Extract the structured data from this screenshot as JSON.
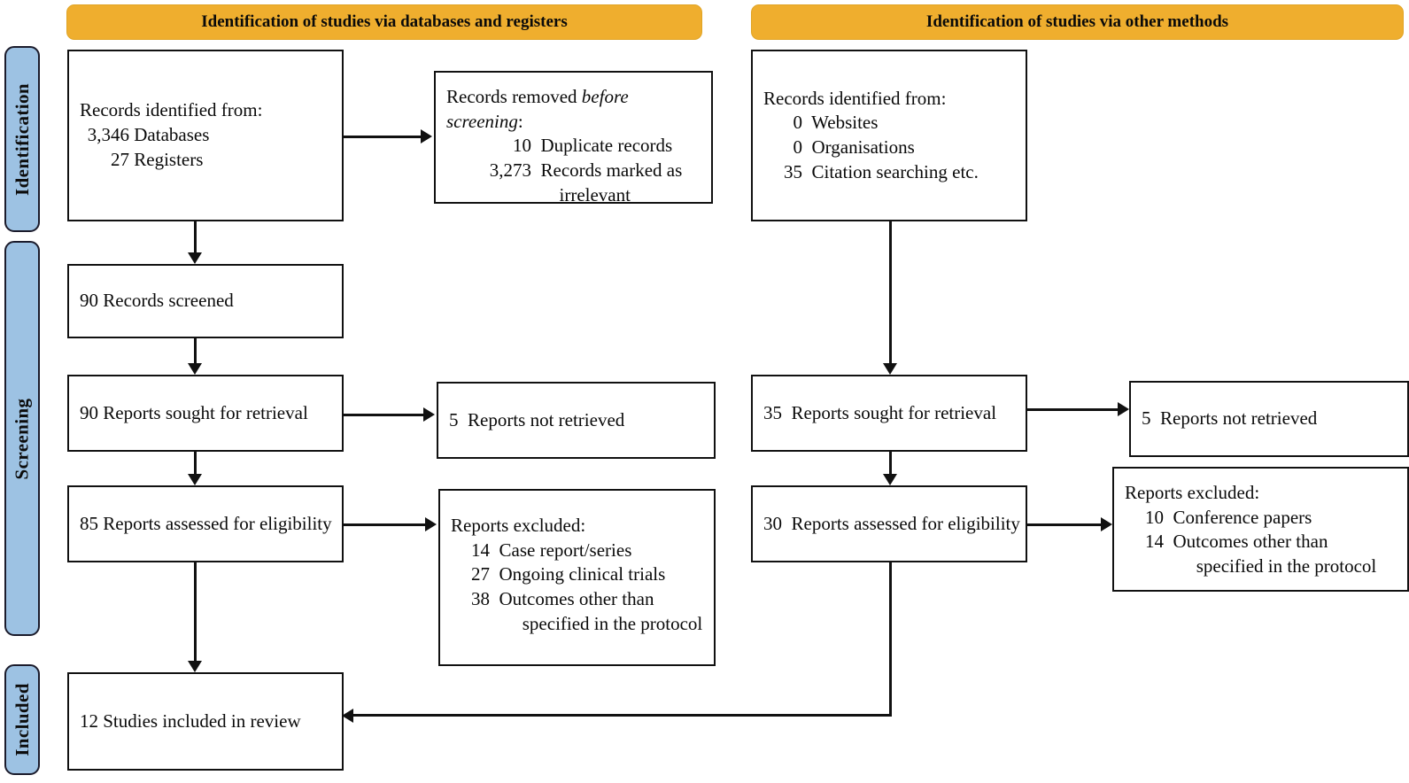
{
  "diagram": {
    "title": "PRISMA 2020 flow diagram",
    "colors": {
      "phase_bar": "#9DC2E3",
      "banner": "#EFAE2E",
      "box_border": "#111111",
      "text": "#0a0a0a"
    }
  },
  "phases": [
    {
      "id": "identification",
      "label": "Identification"
    },
    {
      "id": "screening",
      "label": "Screening"
    },
    {
      "id": "included",
      "label": "Included"
    }
  ],
  "banners": [
    {
      "id": "databases",
      "label": "Identification of studies via databases and registers"
    },
    {
      "id": "other",
      "label": "Identification of studies via other methods"
    }
  ],
  "left_column": {
    "records_identified": {
      "heading": "Records identified from:",
      "items": [
        {
          "count": "3,346",
          "label": "Databases"
        },
        {
          "count": "27",
          "label": "Registers"
        }
      ]
    },
    "records_removed": {
      "heading_pre": "Records removed ",
      "heading_italic": "before screening",
      "heading_post": ":",
      "items": [
        {
          "count": "10",
          "label": "Duplicate records"
        },
        {
          "count": "3,273",
          "label": "Records marked as"
        },
        {
          "count": "",
          "label": "irrelevant"
        }
      ]
    },
    "records_screened": {
      "count": "90",
      "label": "Records screened"
    },
    "reports_sought": {
      "count": "90",
      "label": "Reports sought for retrieval"
    },
    "reports_not_retrieved": {
      "count": "5",
      "label": "Reports not retrieved"
    },
    "reports_assessed": {
      "count": "85",
      "label": "Reports assessed for eligibility"
    },
    "reports_excluded": {
      "heading": "Reports excluded:",
      "items": [
        {
          "count": "14",
          "label": "Case report/series"
        },
        {
          "count": "27",
          "label": "Ongoing clinical trials"
        },
        {
          "count": "38",
          "label": "Outcomes other than"
        },
        {
          "count": "",
          "label": "specified in the protocol"
        }
      ]
    },
    "studies_included": {
      "count": "12",
      "label": "Studies included in review"
    }
  },
  "right_column": {
    "records_identified": {
      "heading": "Records identified from:",
      "items": [
        {
          "count": "0",
          "label": "Websites"
        },
        {
          "count": "0",
          "label": "Organisations"
        },
        {
          "count": "35",
          "label": "Citation searching etc."
        }
      ]
    },
    "reports_sought": {
      "count": "35",
      "label": "Reports sought for retrieval"
    },
    "reports_not_retrieved": {
      "count": "5",
      "label": "Reports not retrieved"
    },
    "reports_assessed": {
      "count": "30",
      "label": "Reports assessed for eligibility"
    },
    "reports_excluded": {
      "heading": "Reports excluded:",
      "items": [
        {
          "count": "10",
          "label": "Conference papers"
        },
        {
          "count": "14",
          "label": "Outcomes other than"
        },
        {
          "count": "",
          "label": "specified in the protocol"
        }
      ]
    }
  }
}
